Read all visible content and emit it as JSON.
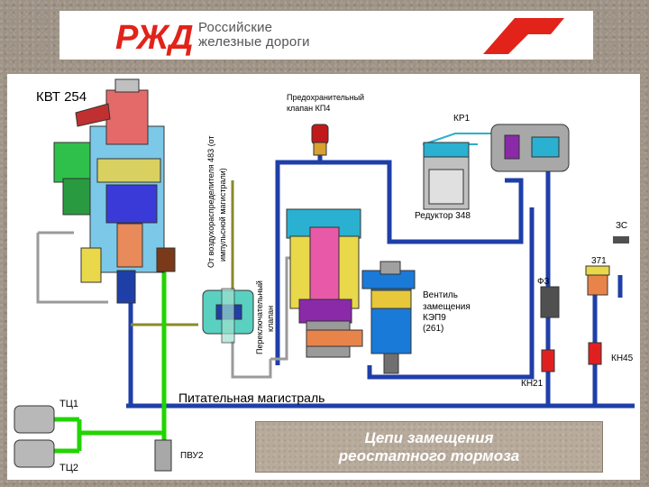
{
  "logo": {
    "mark": "РЖД",
    "line1": "Российские",
    "line2": "железные дороги",
    "brand_color": "#e2231a"
  },
  "diagram": {
    "kvt": "КВТ 254",
    "kp4_line1": "Предохранительный",
    "kp4_line2": "клапан КП4",
    "kr1": "КР1",
    "reductor": "Редуктор 348",
    "air_distributor_line1": "От воздухораспределителя 483 (от",
    "air_distributor_line2": "импульсной магистрали)",
    "switch_valve_line1": "Переключательный",
    "switch_valve_line2": "клапан",
    "ventil_line1": "Вентиль",
    "ventil_line2": "замещения",
    "ventil_line3": "КЭП9",
    "ventil_line4": "(261)",
    "f3": "Ф3",
    "zs": "ЗС",
    "n371": "371",
    "kn45": "КН45",
    "kn21": "КН21",
    "feed_line": "Питательная магистраль",
    "tc1": "ТЦ1",
    "tc2": "ТЦ2",
    "pvu2": "ПВУ2",
    "colors": {
      "feed_main": "#1f3fa8",
      "brake_cyl": "#22d400",
      "olive": "#8a8a2a",
      "grey": "#9a9a9a",
      "red": "#e02020"
    }
  },
  "caption": {
    "text": "Цепи замещения реостатного тормоза"
  }
}
